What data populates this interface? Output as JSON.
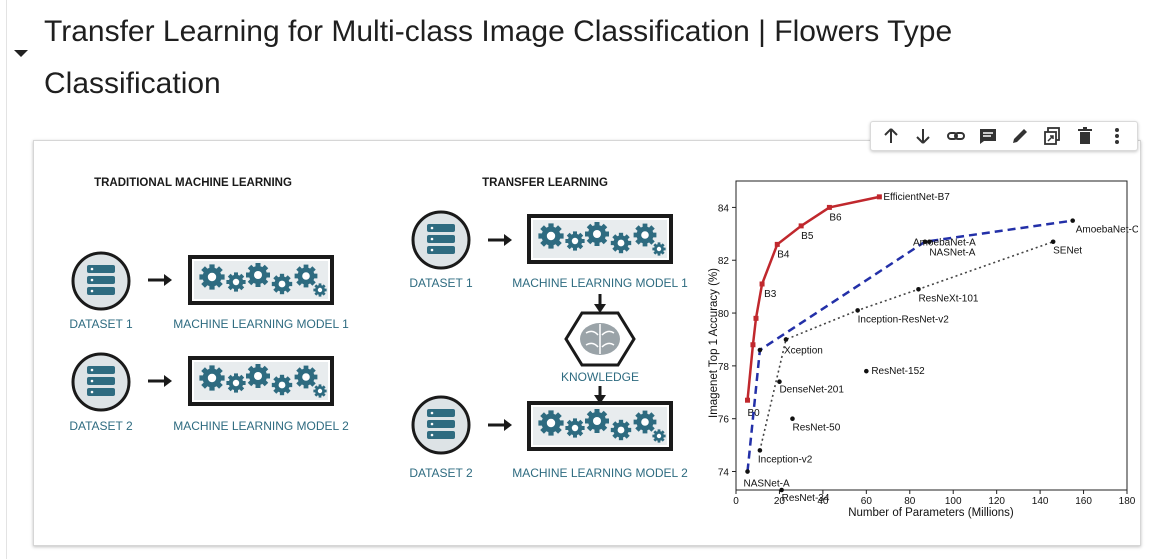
{
  "cell": {
    "heading": "Transfer Learning for Multi-class Image Classification | Flowers Type Classification"
  },
  "toolbar": {
    "buttons": [
      {
        "name": "move-up-button",
        "icon": "arrow-up-icon"
      },
      {
        "name": "move-down-button",
        "icon": "arrow-down-icon"
      },
      {
        "name": "link-button",
        "icon": "link-icon"
      },
      {
        "name": "comment-button",
        "icon": "comment-icon"
      },
      {
        "name": "edit-button",
        "icon": "pencil-icon"
      },
      {
        "name": "mirror-button",
        "icon": "mirror-cell-icon"
      },
      {
        "name": "delete-button",
        "icon": "trash-icon"
      },
      {
        "name": "more-button",
        "icon": "more-vert-icon"
      }
    ]
  },
  "diagram": {
    "traditional": {
      "title": "TRADITIONAL MACHINE LEARNING",
      "dataset1": "DATASET 1",
      "model1": "MACHINE LEARNING MODEL 1",
      "dataset2": "DATASET 2",
      "model2": "MACHINE LEARNING MODEL 2"
    },
    "transfer": {
      "title": "TRANSFER LEARNING",
      "dataset1": "DATASET 1",
      "model1": "MACHINE LEARNING MODEL 1",
      "knowledge": "KNOWLEDGE",
      "dataset2": "DATASET 2",
      "model2": "MACHINE LEARNING MODEL 2"
    },
    "colors": {
      "teal": "#2e6b80",
      "dark": "#1a1a1a",
      "pale": "#dde3e6"
    }
  },
  "chart_data": {
    "type": "scatter",
    "xlabel": "Number of Parameters (Millions)",
    "ylabel": "Imagenet Top 1 Accuracy (%)",
    "xlim": [
      0,
      180
    ],
    "ylim": [
      73.3,
      85
    ],
    "xticks": [
      0,
      20,
      40,
      60,
      80,
      100,
      120,
      140,
      160,
      180
    ],
    "yticks": [
      74,
      76,
      78,
      80,
      82,
      84
    ],
    "series": [
      {
        "color": "#c0282d",
        "style": "solid",
        "points": [
          {
            "x": 5.3,
            "y": 76.7,
            "label": "B0"
          },
          {
            "x": 7.8,
            "y": 78.8,
            "label": ""
          },
          {
            "x": 9.2,
            "y": 79.8,
            "label": ""
          },
          {
            "x": 12,
            "y": 81.1,
            "label": "B3"
          },
          {
            "x": 19,
            "y": 82.6,
            "label": "B4"
          },
          {
            "x": 30,
            "y": 83.3,
            "label": "B5"
          },
          {
            "x": 43,
            "y": 84.0,
            "label": "B6"
          },
          {
            "x": 66,
            "y": 84.4,
            "label": "EfficientNet-B7"
          }
        ]
      },
      {
        "color": "#2330a8",
        "style": "dashed",
        "points": [
          {
            "x": 5.3,
            "y": 74.0,
            "label": "NASNet-A"
          },
          {
            "x": 11,
            "y": 78.6,
            "label": ""
          },
          {
            "x": 87,
            "y": 82.7,
            "label": "AmoebaNet-A"
          },
          {
            "x": 155,
            "y": 83.5,
            "label": "AmoebaNet-C"
          }
        ]
      },
      {
        "color": "#444444",
        "style": "dotted",
        "points": [
          {
            "x": 11,
            "y": 74.8,
            "label": "Inception-v2"
          },
          {
            "x": 23,
            "y": 79.0,
            "label": "Xception"
          },
          {
            "x": 56,
            "y": 80.1,
            "label": "Inception-ResNet-v2"
          },
          {
            "x": 84,
            "y": 80.9,
            "label": "ResNeXt-101"
          },
          {
            "x": 146,
            "y": 82.7,
            "label": "SENet"
          }
        ]
      },
      {
        "color": "#111111",
        "style": "none",
        "points": [
          {
            "x": 89,
            "y": 82.7,
            "label": "NASNet-A"
          },
          {
            "x": 20,
            "y": 77.4,
            "label": "DenseNet-201"
          },
          {
            "x": 60,
            "y": 77.8,
            "label": "ResNet-152"
          },
          {
            "x": 26,
            "y": 76.0,
            "label": "ResNet-50"
          },
          {
            "x": 21,
            "y": 73.3,
            "label": "ResNet-34"
          }
        ]
      }
    ]
  }
}
